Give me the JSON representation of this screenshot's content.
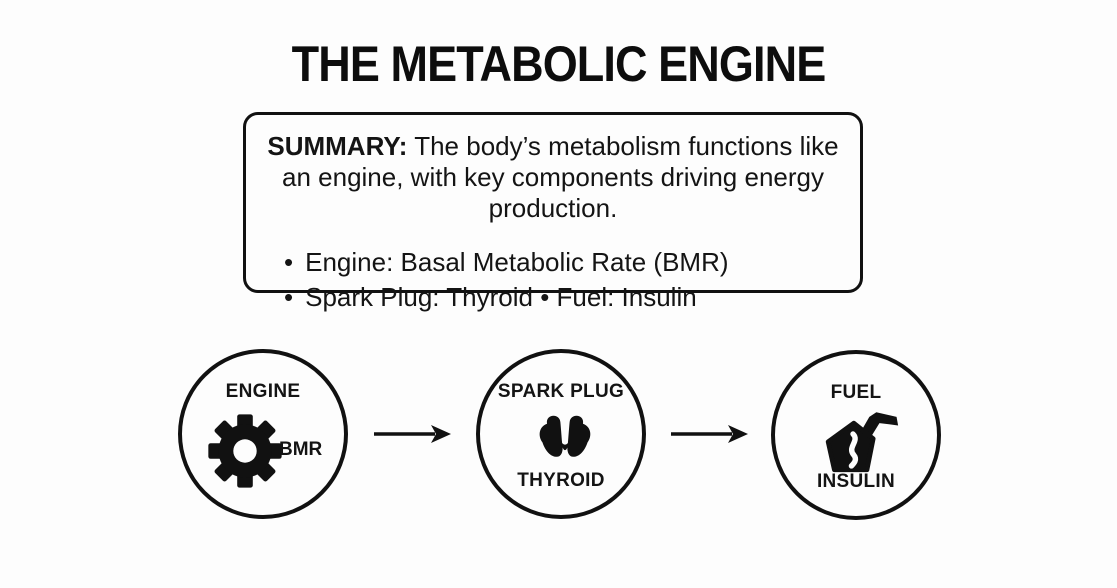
{
  "title": "THE METABOLIC ENGINE",
  "summary": {
    "label": "SUMMARY:",
    "text": "The body’s metabolism functions like an engine, with key components driving energy production.",
    "bullets": [
      "Engine: Basal Metabolic Rate (BMR)",
      "Spark Plug: Thyroid • Fuel: Insulin"
    ]
  },
  "flow": {
    "nodes": [
      {
        "top_label": "ENGINE",
        "side_label": "BMR",
        "icon": "gear-icon"
      },
      {
        "top_label": "SPARK PLUG",
        "bottom_label": "THYROID",
        "icon": "thyroid-icon"
      },
      {
        "top_label": "FUEL",
        "bottom_label": "INSULIN",
        "icon": "fuel-nozzle-icon"
      }
    ],
    "connector": "right-arrow"
  },
  "colors": {
    "ink": "#111111",
    "background": "#fdfdfd"
  }
}
